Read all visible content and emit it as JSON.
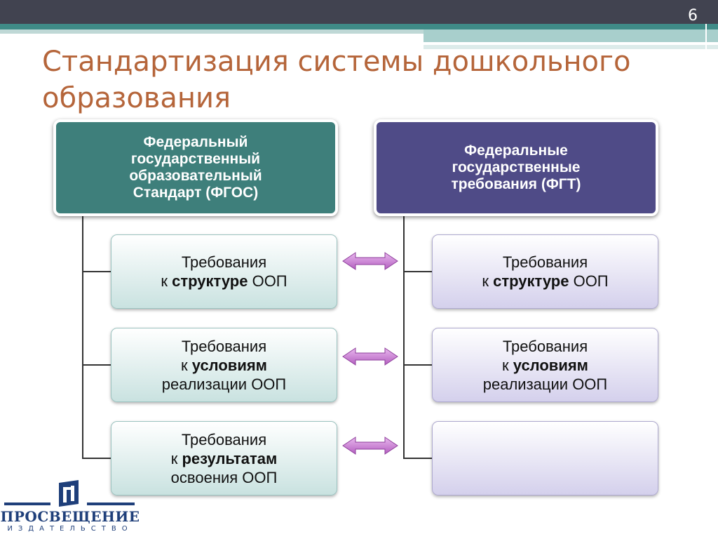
{
  "slide": {
    "number": "6"
  },
  "title": "Стандартизация системы дошкольного образования",
  "left": {
    "header": [
      "Федеральный",
      "государственный",
      "образовательный",
      "Стандарт (ФГОС)"
    ],
    "items": [
      {
        "line1": "Требования",
        "prefix": "к ",
        "bold": "структуре",
        "suffix": " ООП",
        "line3": ""
      },
      {
        "line1": "Требования",
        "prefix": "к ",
        "bold": "условиям",
        "suffix": "",
        "line3": "реализации ООП"
      },
      {
        "line1": "Требования",
        "prefix": "к ",
        "bold": "результатам",
        "suffix": "",
        "line3": "освоения ООП"
      }
    ]
  },
  "right": {
    "header": [
      "Федеральные",
      "государственные",
      "требования (ФГТ)"
    ],
    "items": [
      {
        "line1": "Требования",
        "prefix": "к ",
        "bold": "структуре",
        "suffix": " ООП",
        "line3": ""
      },
      {
        "line1": "Требования",
        "prefix": "к ",
        "bold": "условиям",
        "suffix": "",
        "line3": "реализации ООП"
      },
      {
        "line1": "",
        "prefix": "",
        "bold": "",
        "suffix": "",
        "line3": ""
      }
    ]
  },
  "logo": {
    "word": "ПРОСВЕЩЕНИЕ",
    "sub": "ИЗДАТЕЛЬСТВО"
  },
  "colors": {
    "title": "#b5653a",
    "left_header": "#3e7f7b",
    "right_header": "#4f4b87",
    "arrow": "#c77fd0",
    "logo": "#1f3f7a"
  }
}
